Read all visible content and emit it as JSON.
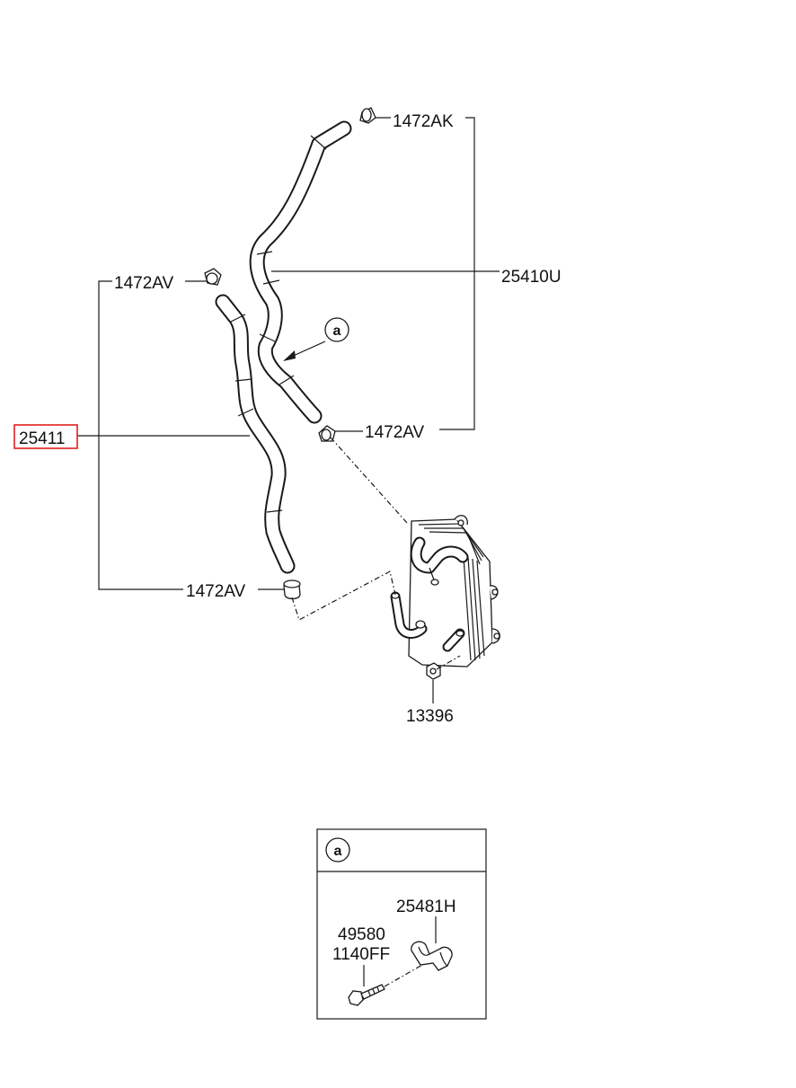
{
  "parts": {
    "clamp_top": "1472AK",
    "hose_upper": "25410U",
    "clamp_mid_left": "1472AV",
    "clamp_mid_right": "1472AV",
    "hose_lower_selected": "25411",
    "clamp_bottom": "1472AV",
    "nut": "13396"
  },
  "callout": {
    "marker": "a"
  },
  "detail_box": {
    "marker": "a",
    "bracket": "25481H",
    "bolt_line1": "49580",
    "bolt_line2": "1140FF"
  },
  "colors": {
    "highlight": "#e02020",
    "line": "#1a1a1a"
  }
}
